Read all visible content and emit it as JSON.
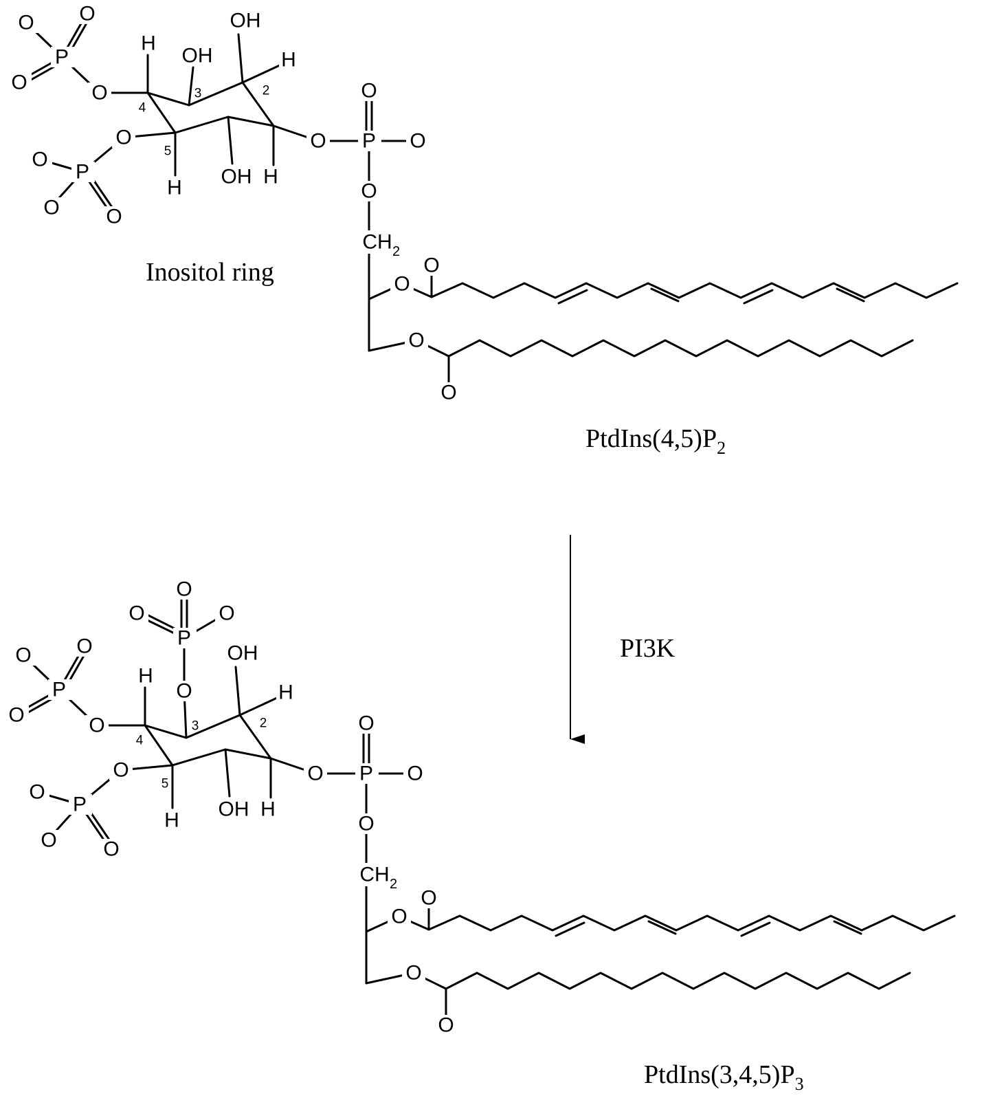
{
  "labels": {
    "inositol_ring": "Inositol ring",
    "enzyme": "PI3K",
    "reactant": {
      "main": "PtdIns(4,5)P",
      "subscript": "2"
    },
    "product": {
      "main": "PtdIns(3,4,5)P",
      "subscript": "3"
    }
  },
  "atoms": {
    "O": "O",
    "P": "P",
    "H": "H",
    "OH": "OH",
    "CH": "CH",
    "CH2_sub": "2",
    "ring_positions": {
      "c2": "2",
      "c3": "3",
      "c4": "4",
      "c5": "5"
    }
  }
}
